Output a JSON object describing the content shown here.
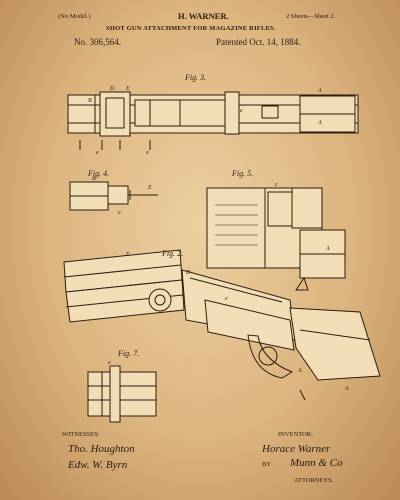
{
  "header": {
    "model": "(No Model.)",
    "inventor_name": "H. WARNER.",
    "sheets": "2 Sheets—Sheet 2.",
    "title": "SHOT GUN ATTACHMENT FOR MAGAZINE RIFLES.",
    "number": "No. 306,564.",
    "patented": "Patented Oct. 14, 1884."
  },
  "figures": {
    "fig3": "Fig. 3.",
    "fig4": "Fig. 4.",
    "fig5": "Fig. 5.",
    "fig2": "Fig. 2.",
    "fig7": "Fig. 7."
  },
  "footer": {
    "witnesses_label": "WITNESSES:",
    "witness1": "Tho. Houghton",
    "witness2": "Edw. W. Byrn",
    "inventor_label": "INVENTOR:",
    "inventor_sig": "Horace Warner",
    "by": "BY",
    "attorney_sig": "Munn & Co",
    "attorneys_label": "ATTORNEYS."
  }
}
